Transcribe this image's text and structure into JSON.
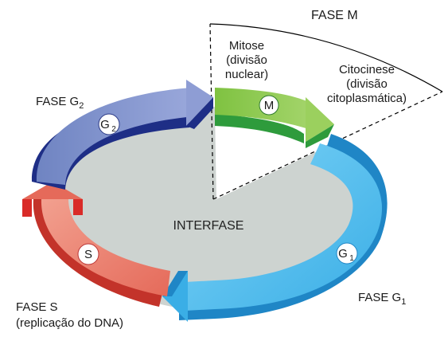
{
  "diagram": {
    "center_label": "INTERFASE",
    "phase_m": {
      "title": "FASE M",
      "mitose_lines": [
        "Mitose",
        "(divisão",
        "nuclear)"
      ],
      "citocinese_lines": [
        "Citocinese",
        "(divisão",
        "citoplasmática)"
      ],
      "badge": "M",
      "color": "#8cc63f"
    },
    "phase_g1": {
      "title_main": "FASE G",
      "title_sub": "1",
      "badge_main": "G",
      "badge_sub": "1",
      "color": "#5bc0f0"
    },
    "phase_g2": {
      "title_main": "FASE G",
      "title_sub": "2",
      "badge_main": "G",
      "badge_sub": "2",
      "color": "#7b8ec8"
    },
    "phase_s": {
      "title_lines": [
        "FASE S",
        "(replicação do DNA)"
      ],
      "badge": "S",
      "color": "#f08c7c"
    },
    "interphase_fill": "#cdd3d0"
  }
}
